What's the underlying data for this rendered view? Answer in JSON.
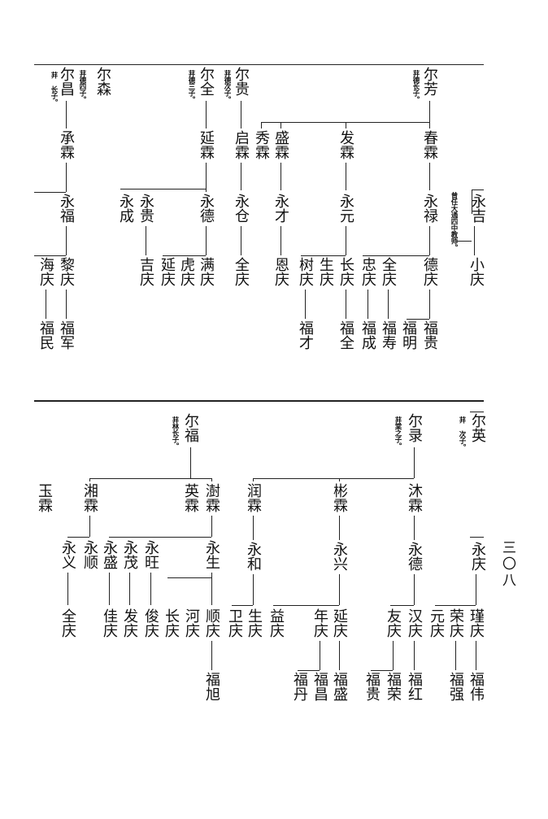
{
  "page_number": "三〇八",
  "top": {
    "gen1": [
      {
        "id": "t_ersen",
        "name": "尔森"
      },
      {
        "id": "t_erchang",
        "name": "尔昌",
        "note": "荓 长子。"
      },
      {
        "id": "t_erchang_note",
        "name": "荓德四子。"
      },
      {
        "id": "t_erquan",
        "name": "尔全",
        "note": "荓德三子。"
      },
      {
        "id": "t_ergui",
        "name": "尔贵",
        "note": "荓德次子。"
      },
      {
        "id": "t_erfang",
        "name": "尔芳",
        "note": "荓德长子。"
      }
    ],
    "names": {
      "chenglin": "承霖",
      "yanlin": "延霖",
      "qilin": "启霖",
      "xiulin": "秀霖",
      "shenglin": "盛霖",
      "falin": "发霖",
      "chunlin": "春霖",
      "yongfu": "永福",
      "yongcheng": "永成",
      "yonggui": "永贵",
      "yongde": "永德",
      "yongcang": "永仓",
      "yongcai": "永才",
      "yongyuan": "永元",
      "yonglu": "永禄",
      "yongji": "永吉",
      "yongji_note": "曾任大通四中教师。",
      "haiqing": "海庆",
      "liqing": "黎庆",
      "jiqing": "吉庆",
      "yanqing": "延庆",
      "huqing": "虎庆",
      "manqing": "满庆",
      "quanqing_a": "全庆",
      "enqing": "恩庆",
      "shuqing": "树庆",
      "shengqing": "生庆",
      "changqing": "长庆",
      "zhongqing": "忠庆",
      "quanqing_b": "全庆",
      "deqing": "德庆",
      "xiaoqing": "小庆",
      "fumin": "福民",
      "fujun": "福军",
      "fucai": "福才",
      "fuquan": "福全",
      "fucheng": "福成",
      "fushou": "福寿",
      "fuming": "福明",
      "fugui": "福贵"
    }
  },
  "bottom": {
    "names": {
      "erfu": "尔福",
      "erfu_note": "荓林长子。",
      "erlu": "尔录",
      "erlu_note": "荓棠之子。",
      "erying": "尔英",
      "erying_note": "荓 次子。",
      "yulin": "玉霖",
      "xianglin": "湘霖",
      "yinglin": "英霖",
      "shulin": "澍霖",
      "runlin": "润霖",
      "binlin": "彬霖",
      "mulin": "沐霖",
      "yongyi": "永义",
      "yongshun": "永顺",
      "yongsheng_a": "永盛",
      "yongmao": "永茂",
      "yongwang": "永旺",
      "yongsheng_b": "永生",
      "yonghe": "永和",
      "yongxing": "永兴",
      "yongde_b": "永德",
      "yongqing": "永庆",
      "quanqing": "全庆",
      "jiaqing": "佳庆",
      "faqing": "发庆",
      "junqing": "俊庆",
      "changqing_b": "长庆",
      "heqing": "河庆",
      "shunqing": "顺庆",
      "weiqing": "卫庆",
      "shengqing_b": "生庆",
      "yiqing": "益庆",
      "nianqing": "年庆",
      "yanqing_b": "延庆",
      "youqing": "友庆",
      "hanqing": "汉庆",
      "yuanqing": "元庆",
      "rongqing": "荣庆",
      "jinqing": "瑾庆",
      "fuxu": "福旭",
      "fudan": "福丹",
      "fuchang": "福昌",
      "fusheng": "福盛",
      "fugui_b": "福贵",
      "furong": "福荣",
      "fuhong": "福红",
      "fuqiang": "福强",
      "fuwei": "福伟"
    }
  }
}
